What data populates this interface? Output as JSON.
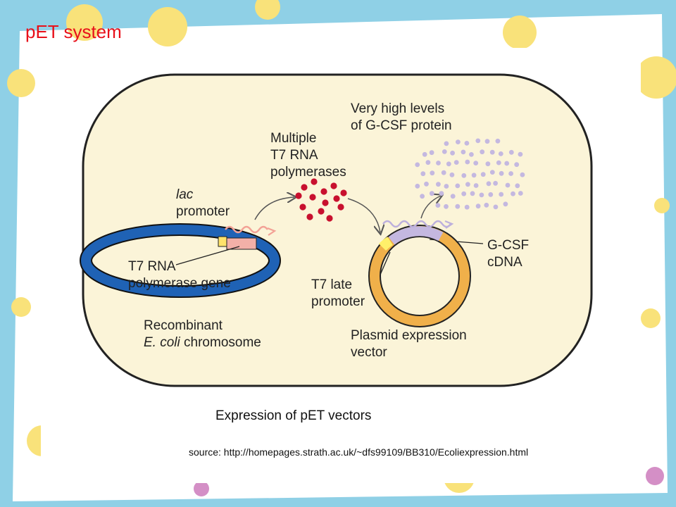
{
  "slide": {
    "title": "pET system"
  },
  "diagram": {
    "lac_italic": "lac",
    "lac_rest": "promoter",
    "t7_gene_line1": "T7 RNA",
    "t7_gene_line2": "polymerase gene",
    "chromosome_line1": "Recombinant",
    "chromosome_italic": "E. coli",
    "chromosome_rest": " chromosome",
    "multiple_line1": "Multiple",
    "multiple_line2": "T7 RNA",
    "multiple_line3": "polymerases",
    "protein_line1": "Very high levels",
    "protein_line2": "of G-CSF protein",
    "gcsf_line1": "G-CSF",
    "gcsf_line2": "cDNA",
    "t7late_line1": "T7 late",
    "t7late_line2": "promoter",
    "plasmid_line1": "Plasmid expression",
    "plasmid_line2": "vector"
  },
  "caption": "Expression of pET vectors",
  "source": "source: http://homepages.strath.ac.uk/~dfs99109/BB310/Ecoliexpression.html",
  "colors": {
    "cell_fill": "#fbf4d8",
    "chromosome": "#1f62b5",
    "plasmid": "#f0b04a",
    "polymerase_dots": "#c8102e",
    "protein_dots": "#c4b8e0"
  }
}
